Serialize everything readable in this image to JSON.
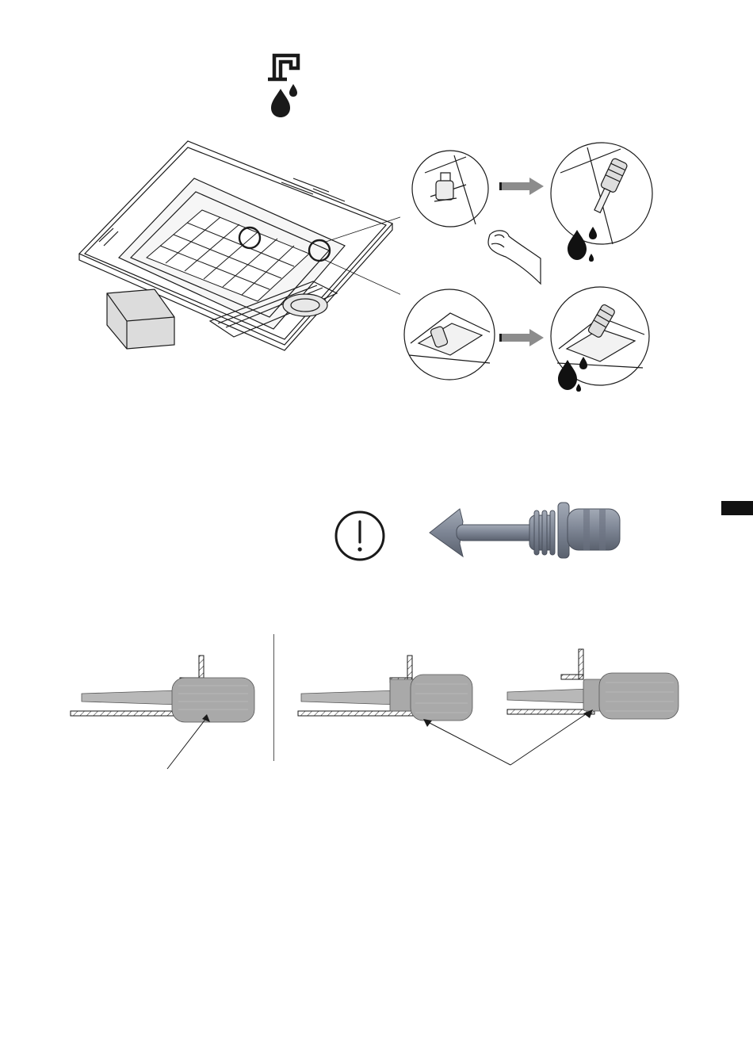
{
  "page": {
    "background": "#ffffff",
    "ink": "#1a1a1a",
    "plug_color": "#7d8594",
    "arrow_color": "#8c8c8c",
    "tab_color": "#111111"
  },
  "icons": {
    "header": [
      "drain-pipe-icon",
      "water-drop-icon"
    ],
    "warning": "exclamation-circle-icon",
    "steps": [
      "arrow-right-icon",
      "hand-icon"
    ]
  },
  "figures": {
    "unit": "ceiling-cassette-underside",
    "details": [
      "drain-plug-detail-1-before",
      "drain-plug-detail-1-after",
      "drain-plug-detail-2-before",
      "drain-plug-detail-2-after"
    ],
    "plug": "drain-plug-render",
    "sections": [
      "correct-installation-section",
      "incorrect-installation-section-1",
      "incorrect-installation-section-2"
    ]
  }
}
